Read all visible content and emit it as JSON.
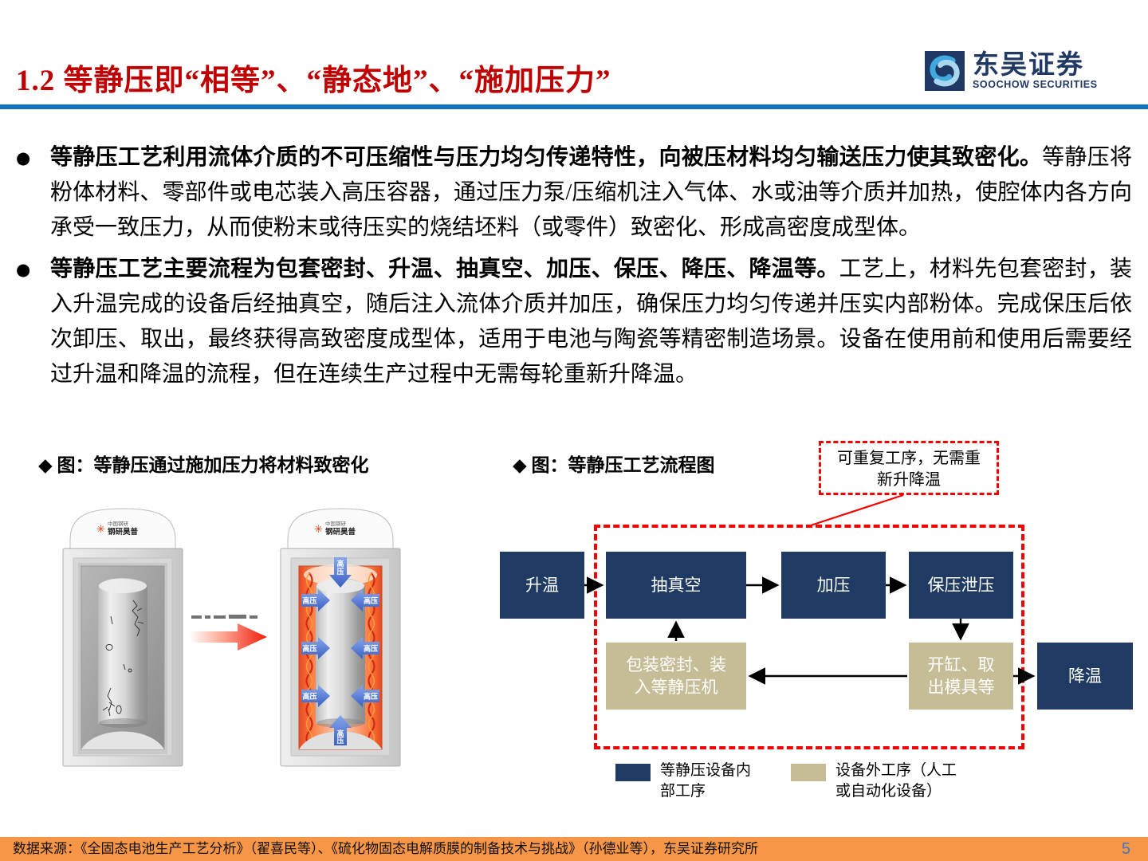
{
  "header": {
    "title": "1.2 等静压即“相等”、“静态地”、“施加压力”",
    "logo": {
      "brand_cn": "东吴证券",
      "brand_en": "SOOCHOW SECURITIES"
    }
  },
  "icons": {
    "bullet": "●"
  },
  "bullets": [
    {
      "lead": "等静压工艺利用流体介质的不可压缩性与压力均匀传递特性，向被压材料均匀输送压力使其致密化。",
      "body": "等静压将粉体材料、零部件或电芯装入高压容器，通过压力泵/压缩机注入气体、水或油等介质并加热，使腔体内各方向承受一致压力，从而使粉末或待压实的烧结坯料（或零件）致密化、形成高密度成型体。"
    },
    {
      "lead": "等静压工艺主要流程为包套密封、升温、抽真空、加压、保压、降压、降温等。",
      "body": "工艺上，材料先包套密封，装入升温完成的设备后经抽真空，随后注入流体介质并加压，确保压力均匀传递并压实内部粉体。完成保压后依次卸压、取出，最终获得高致密度成型体，适用于电池与陶瓷等精密制造场景。设备在使用前和使用后需要经过升温和降温的流程，但在连续生产过程中无需每轮重新升降温。"
    }
  ],
  "figures": {
    "left_caption": "◆ 图：等静压通过施加压力将材料致密化",
    "right_caption": "◆ 图：等静压工艺流程图",
    "machine": {
      "brand_mark": "✳",
      "brand_small": "中国钢研",
      "brand_large": "钢研昊普",
      "pressure_label": "高压",
      "pressure_label_chars": [
        "高",
        "压"
      ]
    }
  },
  "flowchart": {
    "annotation": "可重复工序，无需重新升降温",
    "nodes": {
      "heat_up": "升温",
      "vacuum": "抽真空",
      "pressurize": "加压",
      "hold_release": "保压泄压",
      "pack_seal": "包装密封、装入等静压机",
      "open_remove": "开缸、取出模具等",
      "cool_down": "降温"
    },
    "legend": [
      {
        "label": "等静压设备内部工序",
        "color": "#1F3B63"
      },
      {
        "label": "设备外工序（人工或自动化设备）",
        "color": "#C6BD96"
      }
    ]
  },
  "footer": {
    "source": "数据来源：《全固态电池生产工艺分析》（翟喜民等）、《硫化物固态电解质膜的制备技术与挑战》（孙德业等），东吴证券研究所",
    "page": "5"
  },
  "colors": {
    "title_red": "#C00000",
    "divider_blue": "#1272BA",
    "navy": "#1F3B63",
    "tan": "#C6BD96",
    "dashed_red": "#F40000",
    "footer_orange": "#F79646",
    "page_number_blue": "#4472C4"
  }
}
